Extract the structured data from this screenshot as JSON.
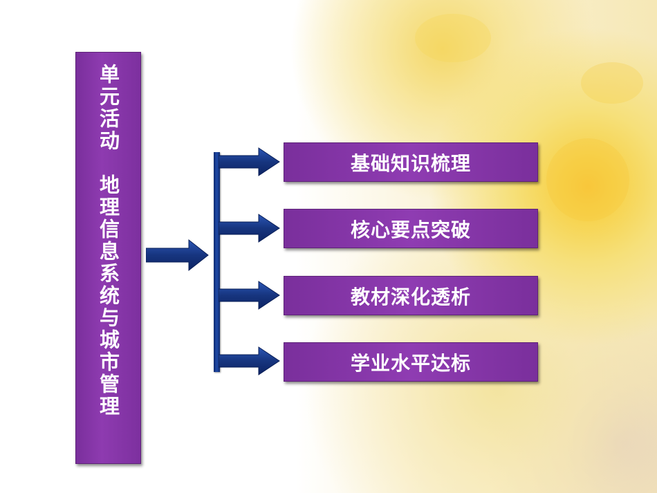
{
  "left_panel": {
    "title": "单元活动　地理信息系统与城市管理"
  },
  "menu": [
    {
      "label": "基础知识梳理"
    },
    {
      "label": "核心要点突破"
    },
    {
      "label": "教材深化透析"
    },
    {
      "label": "学业水平达标"
    }
  ],
  "colors": {
    "box_purple": "#8a38ab",
    "arrow_navy": "#17357f",
    "text": "#ffffff"
  }
}
